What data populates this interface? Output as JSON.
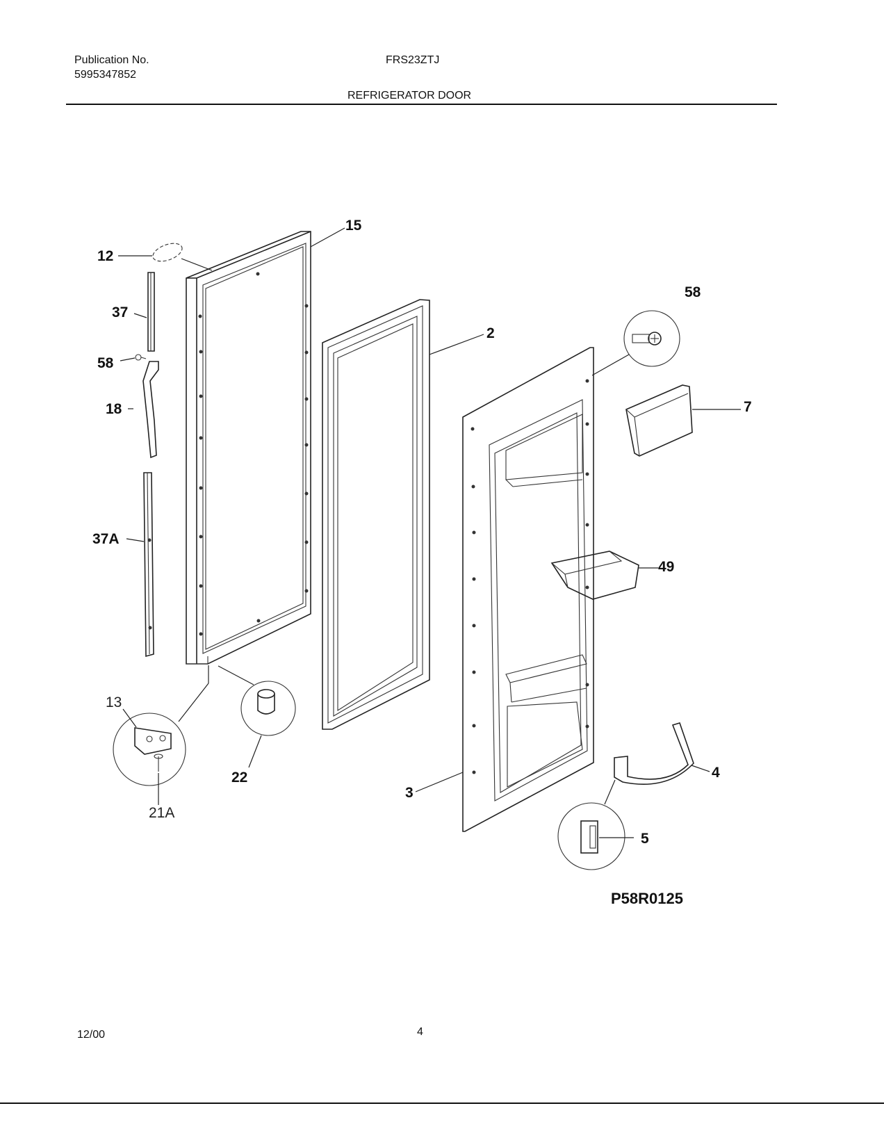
{
  "header": {
    "publication_label": "Publication No.",
    "publication_number": "5995347852",
    "model": "FRS23ZTJ",
    "section_title": "REFRIGERATOR DOOR"
  },
  "diagram": {
    "code": "P58R0125",
    "callouts": {
      "c12": "12",
      "c15": "15",
      "c37": "37",
      "c58_left": "58",
      "c18": "18",
      "c37a": "37A",
      "c13": "13",
      "c21a": "21A",
      "c22": "22",
      "c2": "2",
      "c58_right": "58",
      "c7": "7",
      "c49": "49",
      "c3": "3",
      "c4": "4",
      "c5": "5"
    }
  },
  "footer": {
    "date": "12/00",
    "page": "4"
  }
}
